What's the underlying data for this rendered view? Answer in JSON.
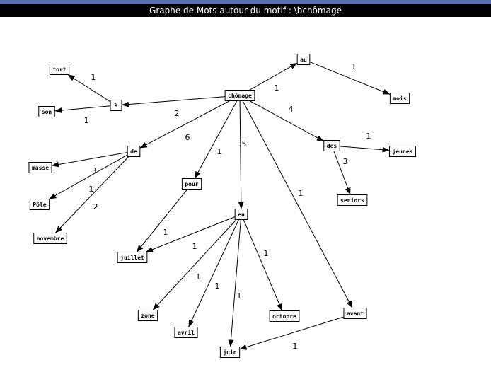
{
  "window": {
    "title": "Graphe de Mots autour du motif : \\bchômage",
    "accent_color": "#5b6fb0",
    "titlebar_color": "#000000"
  },
  "graph": {
    "nodes": [
      {
        "id": "chomage",
        "label": "chômage"
      },
      {
        "id": "au",
        "label": "au"
      },
      {
        "id": "mois",
        "label": "mois"
      },
      {
        "id": "a",
        "label": "à"
      },
      {
        "id": "tort",
        "label": "tort"
      },
      {
        "id": "son",
        "label": "son"
      },
      {
        "id": "de",
        "label": "de"
      },
      {
        "id": "masse",
        "label": "masse"
      },
      {
        "id": "pole",
        "label": "Pôle"
      },
      {
        "id": "novembre",
        "label": "novembre"
      },
      {
        "id": "pour",
        "label": "pour"
      },
      {
        "id": "juillet",
        "label": "juillet"
      },
      {
        "id": "en",
        "label": "en"
      },
      {
        "id": "zone",
        "label": "zone"
      },
      {
        "id": "avril",
        "label": "avril"
      },
      {
        "id": "juin",
        "label": "juin"
      },
      {
        "id": "octobre",
        "label": "octobre"
      },
      {
        "id": "des",
        "label": "des"
      },
      {
        "id": "jeunes",
        "label": "jeunes"
      },
      {
        "id": "seniors",
        "label": "seniors"
      },
      {
        "id": "avant",
        "label": "avant"
      }
    ],
    "edges": [
      {
        "from": "chomage",
        "to": "au",
        "label": "1"
      },
      {
        "from": "au",
        "to": "mois",
        "label": "1"
      },
      {
        "from": "chomage",
        "to": "a",
        "label": "2"
      },
      {
        "from": "a",
        "to": "tort",
        "label": "1"
      },
      {
        "from": "a",
        "to": "son",
        "label": "1"
      },
      {
        "from": "chomage",
        "to": "de",
        "label": "6"
      },
      {
        "from": "de",
        "to": "masse",
        "label": "3"
      },
      {
        "from": "de",
        "to": "pole",
        "label": "1"
      },
      {
        "from": "de",
        "to": "novembre",
        "label": "2"
      },
      {
        "from": "chomage",
        "to": "pour",
        "label": "1"
      },
      {
        "from": "pour",
        "to": "juillet",
        "label": "1"
      },
      {
        "from": "chomage",
        "to": "en",
        "label": "5"
      },
      {
        "from": "en",
        "to": "juillet",
        "label": "1"
      },
      {
        "from": "en",
        "to": "zone",
        "label": "1"
      },
      {
        "from": "en",
        "to": "avril",
        "label": "1"
      },
      {
        "from": "en",
        "to": "juin",
        "label": "1"
      },
      {
        "from": "en",
        "to": "octobre",
        "label": "1"
      },
      {
        "from": "chomage",
        "to": "des",
        "label": "4"
      },
      {
        "from": "des",
        "to": "jeunes",
        "label": "1"
      },
      {
        "from": "des",
        "to": "seniors",
        "label": "3"
      },
      {
        "from": "chomage",
        "to": "avant",
        "label": "1"
      },
      {
        "from": "avant",
        "to": "juin",
        "label": "1"
      }
    ]
  }
}
